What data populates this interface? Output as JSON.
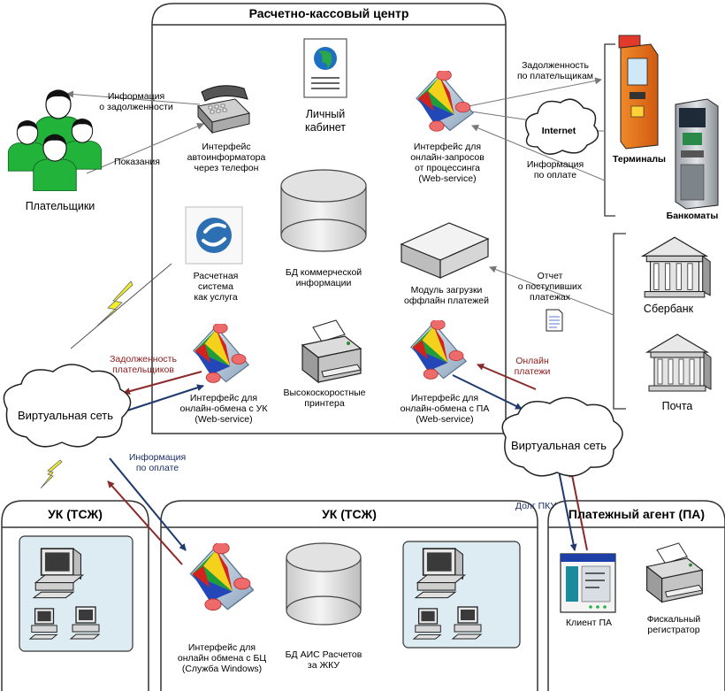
{
  "sections": {
    "rkc_title": "Расчетно-кассовый центр",
    "uk_left_title": "УК (ТСЖ)",
    "uk_main_title": "УК (ТСЖ)",
    "pa_title": "Платежный агент (ПА)"
  },
  "rkc": {
    "personal_account": "Личный\nкабинет",
    "phone_interface": "Интерфейс\nавтоинформатора\nчерез телефон",
    "web_request_interface": "Интерфейс для\nонлайн-запросов\nот процессинга\n(Web-service)",
    "settlement_system": "Расчетная\nсистема\nкак услуга",
    "commercial_db": "БД коммерческой\nинформации",
    "offline_module": "Модуль загрузки\nоффлайн платежей",
    "uk_exchange_interface": "Интерфейс для\nонлайн-обмена с УК\n(Web-service)",
    "printers": "Высокоскоростные\nпринтера",
    "pa_exchange_interface": "Интерфейс для\nонлайн-обмена с ПА\n(Web-service)"
  },
  "payers": {
    "label": "Плательщики",
    "debt_info": "Информация\nо задолженности",
    "readings": "Показания"
  },
  "external": {
    "internet": "Internet",
    "debt_by_payers": "Задолженность\nпо плательщикам",
    "payment_info": "Информация\nпо оплате",
    "terminals": "Терминалы",
    "atms": "Банкоматы",
    "report": "Отчет\nо поступивших\nплатежах",
    "sberbank": "Сбербанк",
    "post": "Почта"
  },
  "network": {
    "virtual_left": "Виртуальная сеть",
    "virtual_right": "Виртуальная сеть",
    "debt_payers": "Задолженность\nплательщиков",
    "payment_info_left": "Информация\nпо оплате",
    "online_payments": "Онлайн\nплатежи",
    "pku_debt": "Долг ПКУ"
  },
  "uk": {
    "bc_interface": "Интерфейс для\nонлайн обмена с БЦ\n(Служба Windows)",
    "ais_db": "БД АИС Расчетов\nза ЖКУ"
  },
  "pa": {
    "client": "Клиент ПА",
    "fiscal_registrar": "Фискальный\nрегистратор"
  },
  "colors": {
    "frame": "#333333",
    "person_green": "#22b43a",
    "panel_blue": "#dcecf2",
    "arrow_red": "#8b2a2a",
    "arrow_navy": "#1f3a6e",
    "lightning": "#f2ef2a"
  }
}
